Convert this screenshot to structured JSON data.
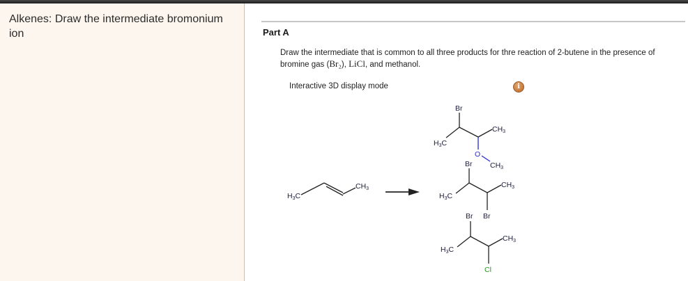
{
  "sidebar": {
    "title": "Alkenes: Draw the intermediate bromonium ion"
  },
  "main": {
    "part_title": "Part A",
    "description_prefix": "Draw the intermediate that is common to all three products for thre reaction of 2-butene in the presence of bromine gas (",
    "reagent_br2": "Br₂",
    "description_mid": "), ",
    "reagent_licl": "LiCl",
    "description_suffix": ", and methanol.",
    "mode_label": "Interactive 3D display mode",
    "info_icon": "info-icon",
    "info_icon_glyph": "i",
    "colors": {
      "sidebar_bg": "#fdf6ee",
      "info_icon": "#c07a3e",
      "oxygen": "#2a2ad0",
      "chlorine": "#1f9a1f"
    }
  },
  "scheme": {
    "reactant": {
      "name": "2-butene",
      "left_label": "H3C",
      "right_label": "CH3"
    },
    "arrow": "reaction-arrow",
    "products": [
      {
        "name": "3-bromo-2-methoxybutane",
        "top_label": "Br",
        "left_label": "H3C",
        "right_label": "CH3",
        "sub_label": "O",
        "sub2_label": "CH3"
      },
      {
        "name": "2,3-dibromobutane",
        "top_label": "Br",
        "left_label": "H3C",
        "right_label": "CH3",
        "sub_label": "Br"
      },
      {
        "name": "2-bromo-3-chlorobutane",
        "top_label": "Br",
        "left_label": "H3C",
        "right_label": "CH3",
        "sub_label": "Cl"
      }
    ]
  }
}
